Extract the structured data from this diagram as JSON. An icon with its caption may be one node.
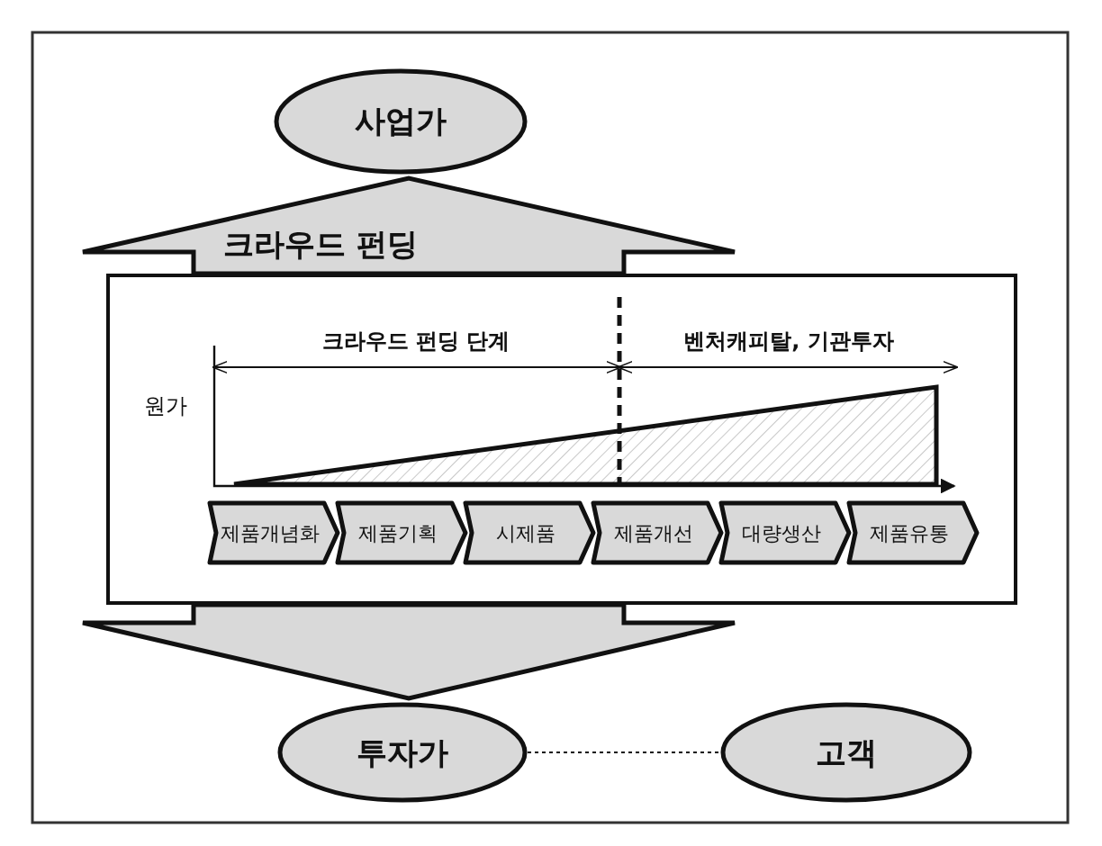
{
  "diagram": {
    "nodes": [
      {
        "text": [
          "사업가"
        ]
      },
      {
        "text": [],
        "shape": "box"
      },
      {
        "text": [
          "제품개념화"
        ],
        "in": 1
      },
      {
        "text": [
          "제품기획"
        ],
        "in": 1
      },
      {
        "text": [
          "시제품"
        ],
        "in": 1
      },
      {
        "text": [
          "제품개선"
        ],
        "in": 1
      },
      {
        "text": [
          "대량생산"
        ],
        "in": 1
      },
      {
        "text": [
          "제품유통"
        ],
        "in": 1
      },
      {
        "text": [
          "투자가"
        ]
      },
      {
        "text": [
          "고객"
        ]
      }
    ],
    "edges": [
      {
        "from": 1,
        "to": 0,
        "arrow": "to",
        "label": "크라우드 펀딩"
      },
      {
        "from": 1,
        "to": 8,
        "arrow": "to"
      },
      {
        "from": 8,
        "to": 9,
        "arrow": "none",
        "style": "dashed"
      }
    ],
    "labels": [
      "크라우드 펀딩 단계",
      "벤처캐피탈, 기관투자",
      "원가"
    ]
  }
}
